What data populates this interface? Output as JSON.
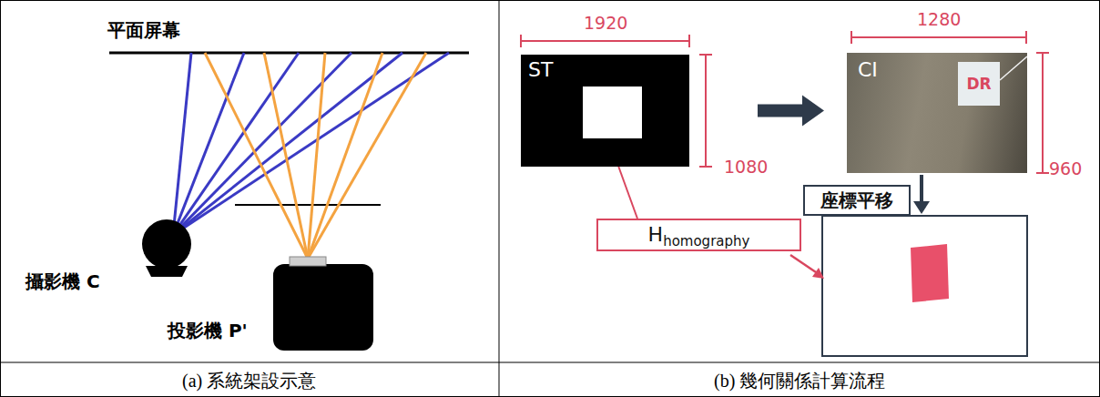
{
  "diagram": {
    "nodes": [
      {
        "text": [
          "ST"
        ]
      },
      {
        "text": [
          "CI",
          "DR"
        ]
      },
      {
        "text": [
          "座標平移"
        ]
      },
      {
        "text": [
          "H",
          "homography"
        ]
      }
    ],
    "edges": [
      {
        "from": 0,
        "to": 1,
        "arrow": "to"
      },
      {
        "from": 0,
        "to": 3,
        "arrow": "none"
      }
    ],
    "labels": [
      "平面屏幕",
      "攝影機 C",
      "投影機 P'",
      "1920",
      "1080",
      "1280",
      "960",
      "(a) 系統架設示意",
      "(b) 幾何關係計算流程"
    ]
  }
}
